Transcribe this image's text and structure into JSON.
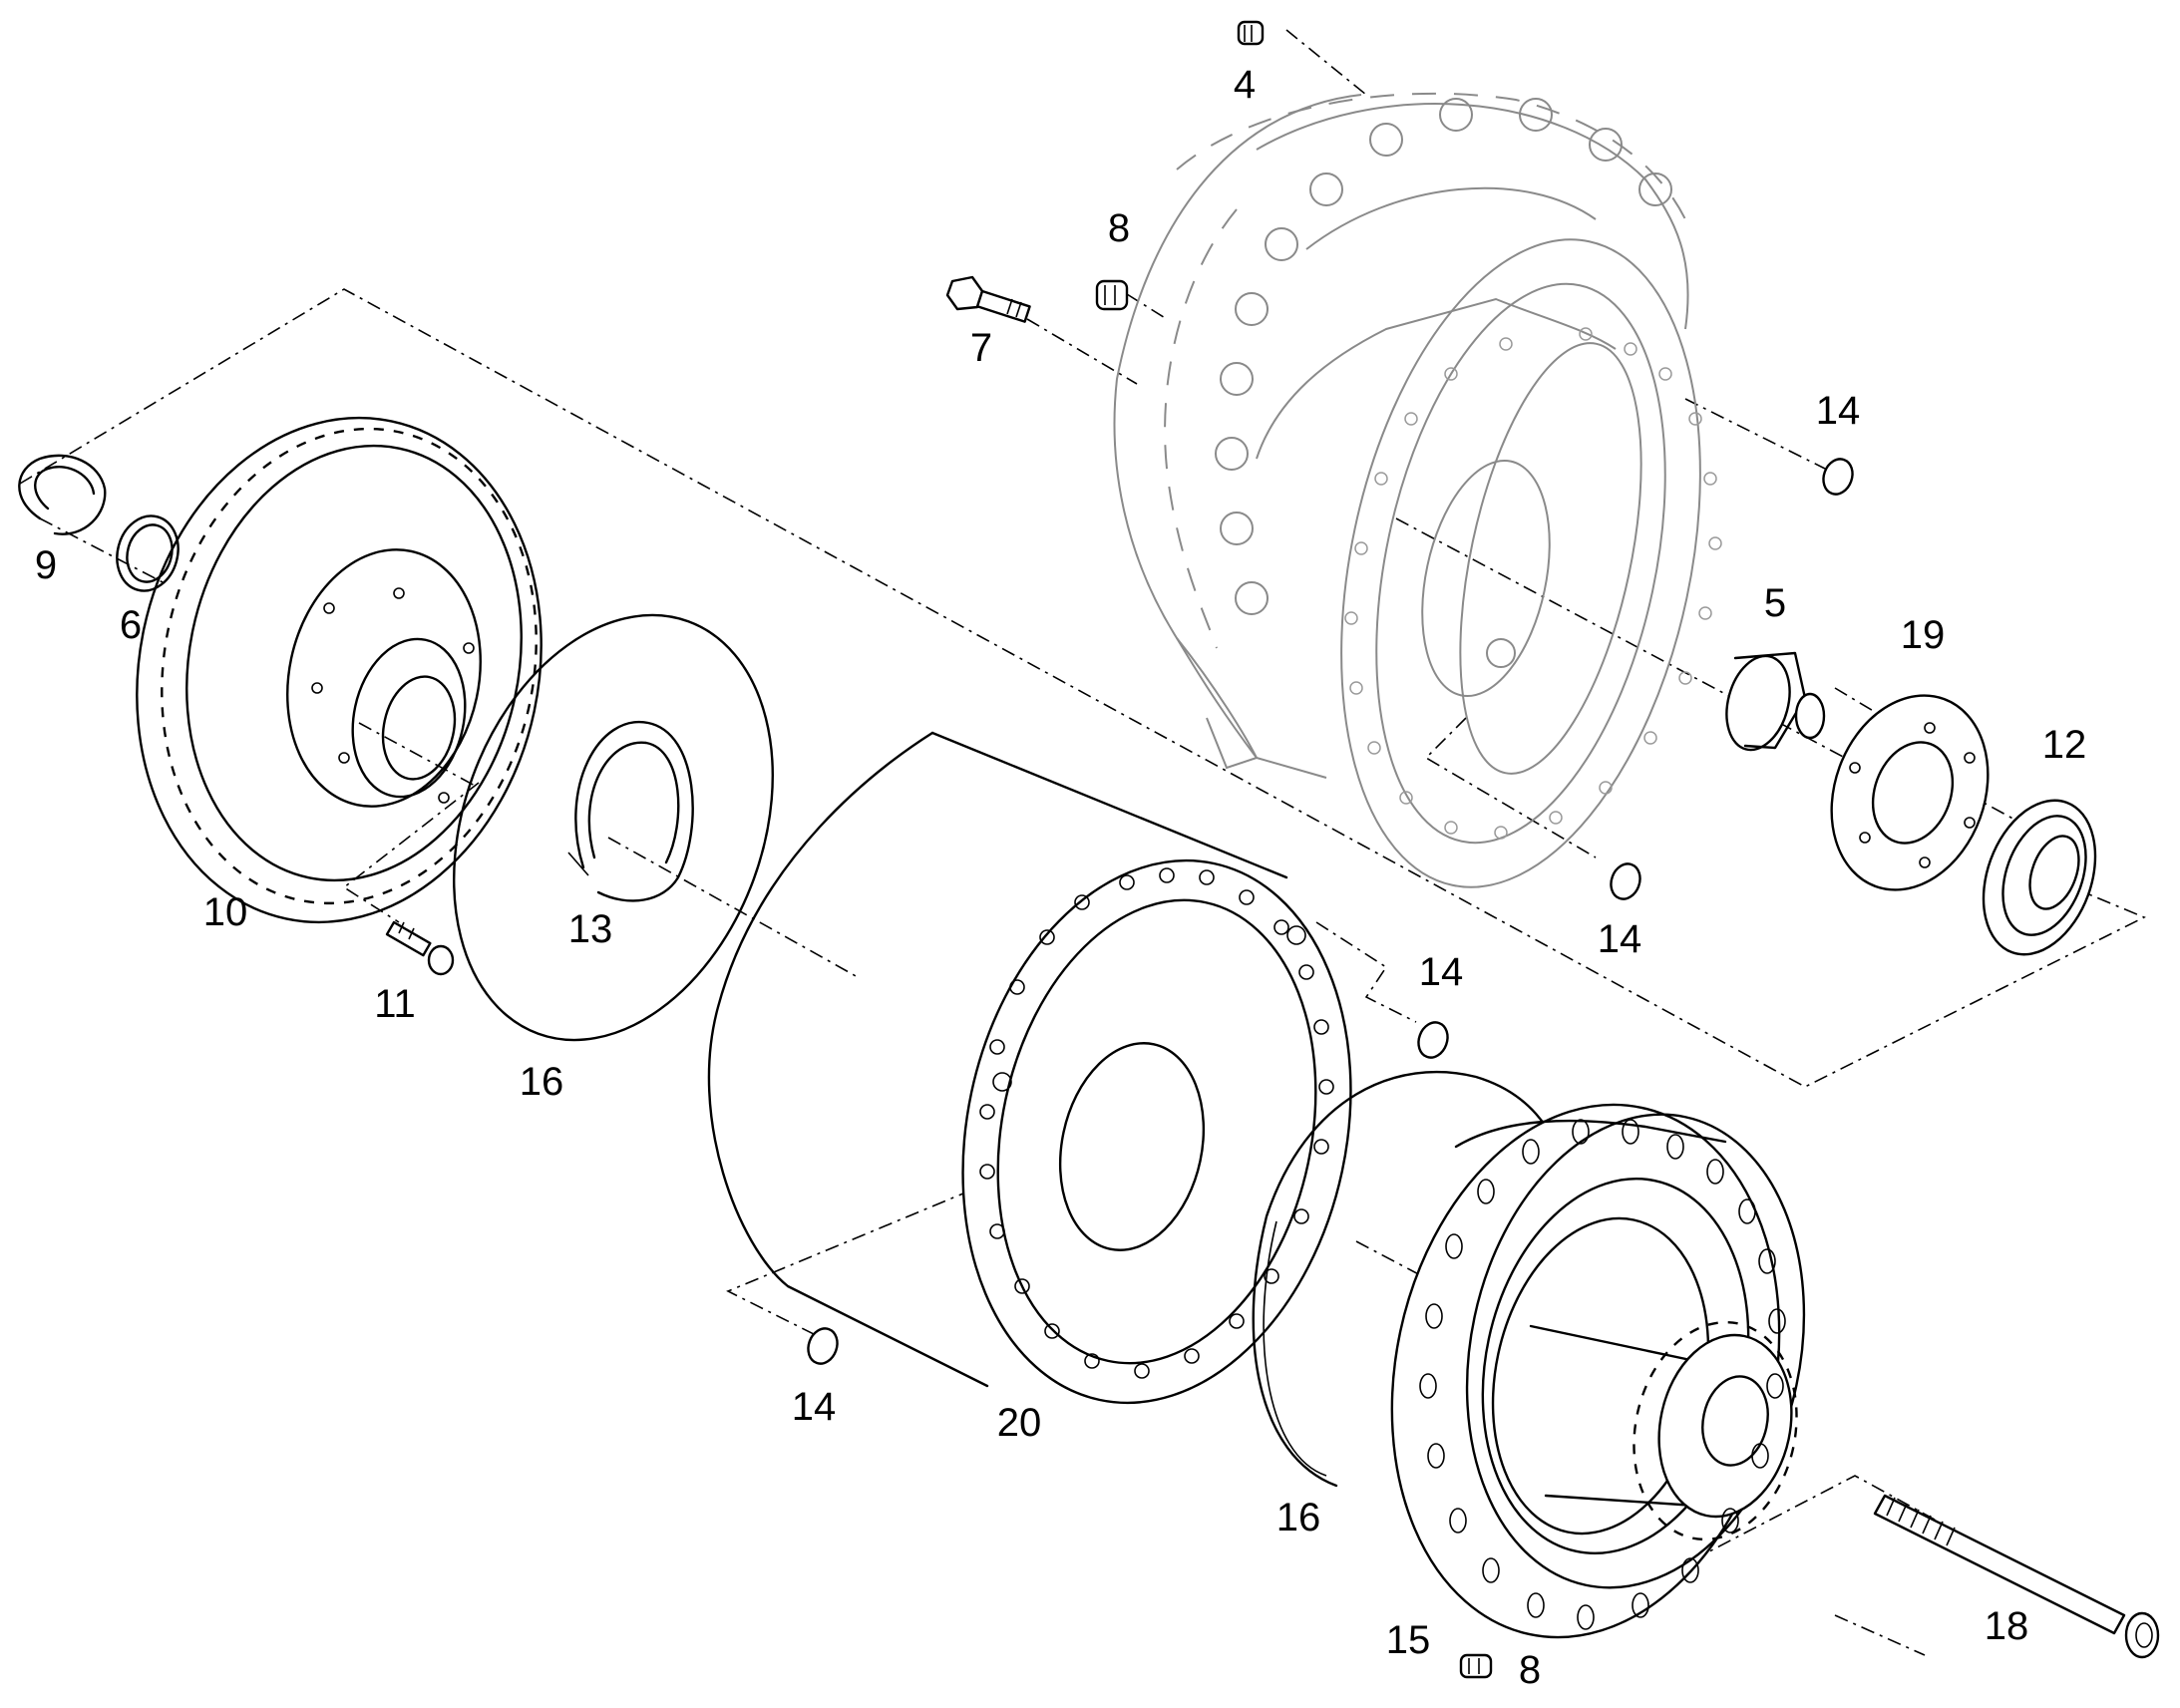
{
  "parts": {
    "p4": "4",
    "p8a": "8",
    "p7": "7",
    "p14a": "14",
    "p9": "9",
    "p6": "6",
    "p5": "5",
    "p19": "19",
    "p12": "12",
    "p10": "10",
    "p13": "13",
    "p14b": "14",
    "p11": "11",
    "p14c": "14",
    "p16a": "16",
    "p14d": "14",
    "p20": "20",
    "p16b": "16",
    "p18": "18",
    "p15": "15",
    "p8b": "8"
  },
  "colors": {
    "line": "#000000",
    "housing": "#8a8a8a",
    "background": "#ffffff"
  }
}
